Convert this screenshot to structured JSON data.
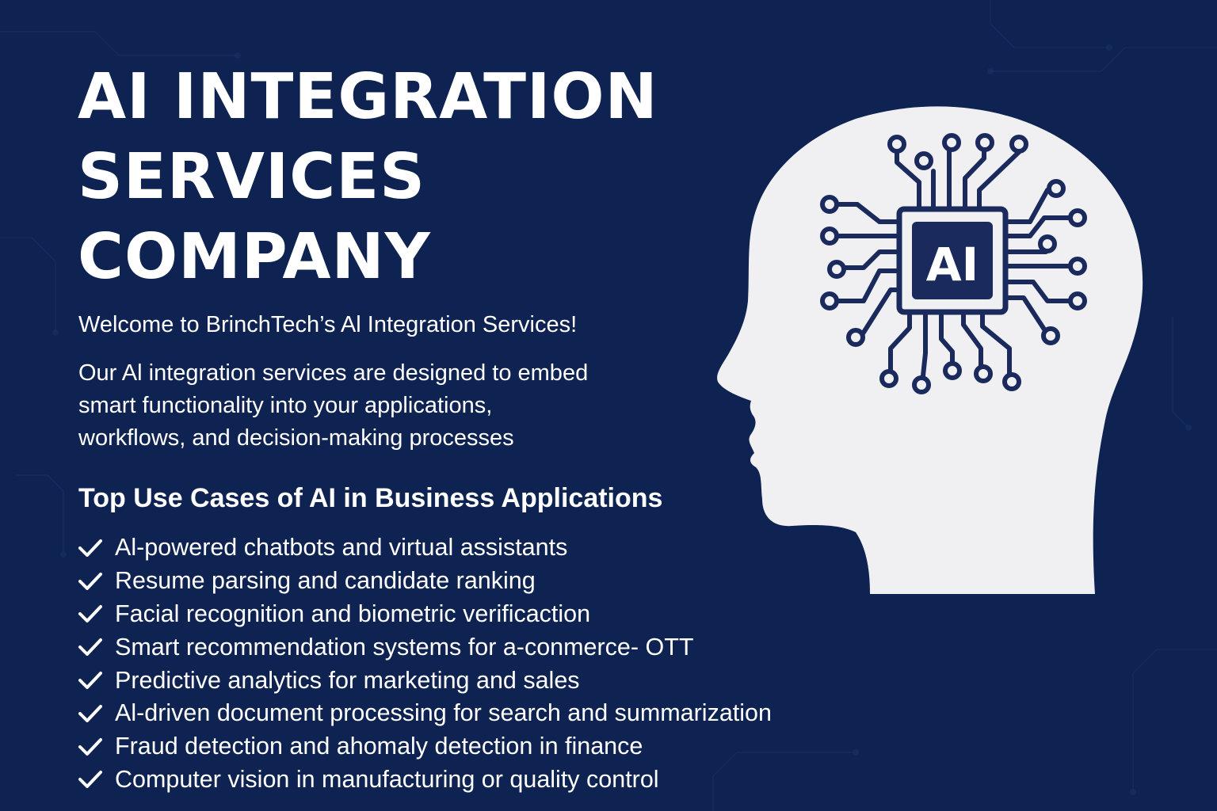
{
  "title_lines": [
    "AI INTEGRATION",
    "SERVICES",
    "COMPANY"
  ],
  "welcome": "Welcome to BrinchTech’s Al Integration Services!",
  "intro_lines": [
    "Our Al integration services are designed to embed",
    "smart functionality into your applications,",
    "workflows, and decision-making processes"
  ],
  "use_cases_heading": "Top Use Cases of AI in Business Applications",
  "use_cases": [
    "Al-powered chatbots and virtual assistants",
    "Resume parsing and candidate ranking",
    "Facial recognition and biometric verificaction",
    "Smart recommendation systems for a-conmerce- OTT",
    "Predictive analytics for marketing and sales",
    "Al-driven document processing for search and summarization",
    "Fraud detection and ahomaly detection in finance",
    "Computer vision in manufacturing or quality control"
  ],
  "chip_label": "AI",
  "icons": {
    "bullet": "checkmark-icon",
    "illustration": "ai-head-icon",
    "chip": "ai-chip-icon"
  },
  "colors": {
    "background": "#0f2352",
    "text": "#ffffff",
    "head": "#f0f0f2",
    "circuit": "#1b2a5c"
  }
}
